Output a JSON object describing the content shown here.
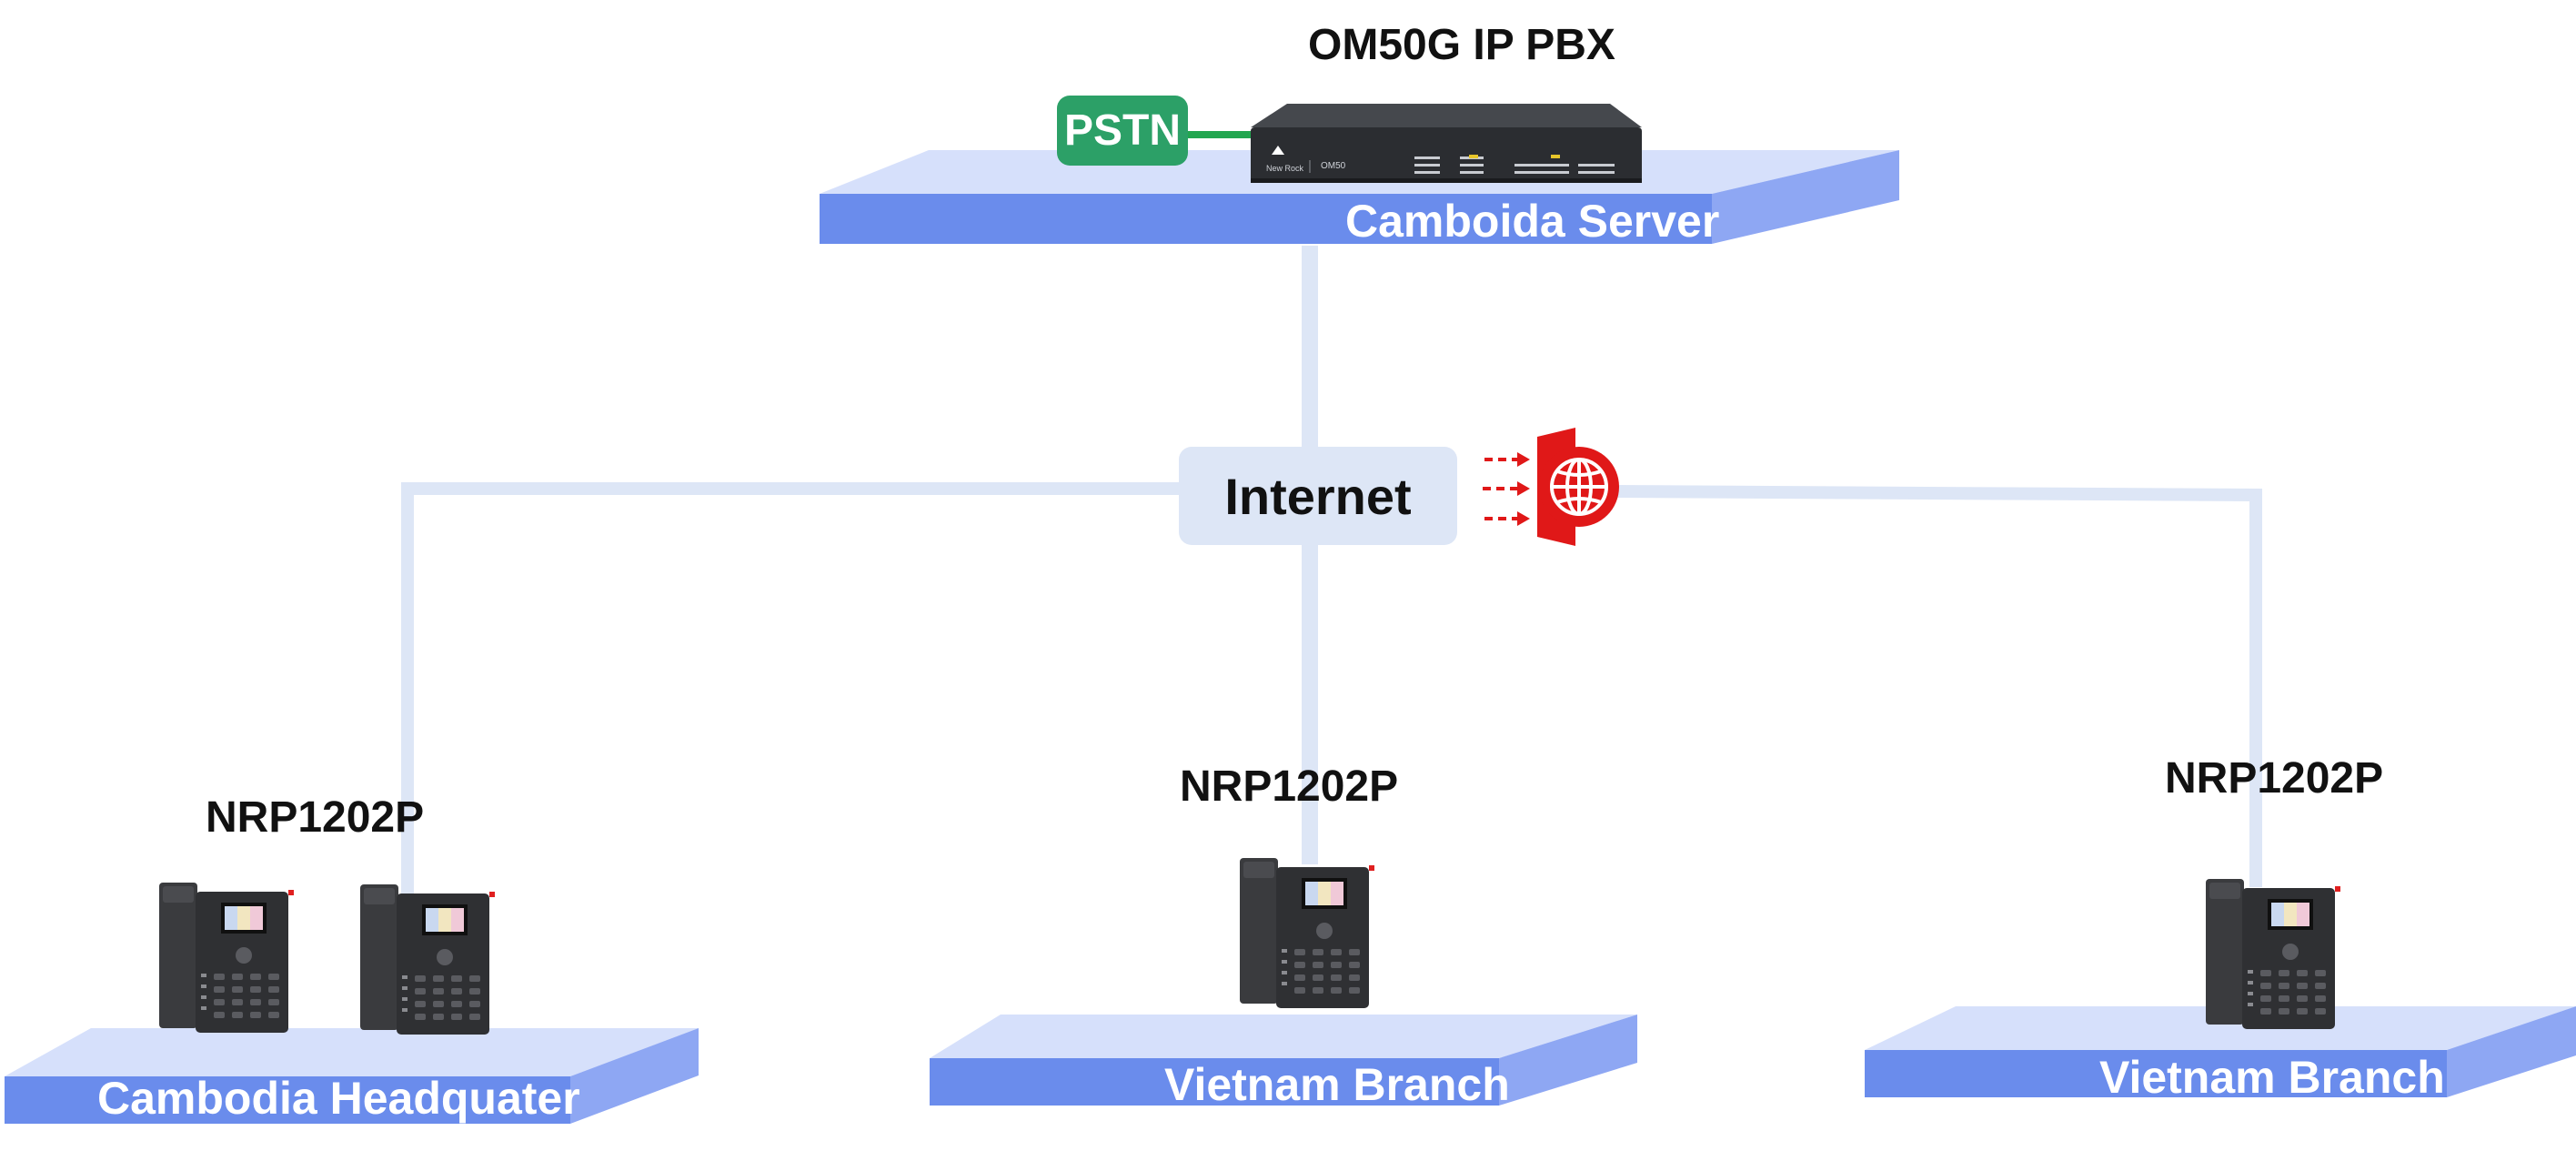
{
  "diagram": {
    "pbx_title": "OM50G IP PBX",
    "pstn_label": "PSTN",
    "server_platform": "Camboida Server",
    "cloud_label": "Internet",
    "pbx_front": {
      "brand": "New Rock",
      "model": "OM50"
    },
    "sites": [
      {
        "site": "Cambodia Headquater",
        "device": "NRP1202P",
        "phones": 2
      },
      {
        "site": "Vietnam Branch",
        "device": "NRP1202P",
        "phones": 1
      },
      {
        "site": "Vietnam Branch",
        "device": "NRP1202P",
        "phones": 1
      }
    ],
    "icons": [
      "firewall-globe-icon",
      "ip-phone-icon",
      "pbx-device-icon"
    ],
    "colors": {
      "platform_top": "#d6e0fb",
      "platform_front": "#6a8cec",
      "platform_side": "#8ea7f3",
      "connector": "#dde6f6",
      "pstn_badge": "#2ca067",
      "pstn_link": "#22a64f",
      "firewall": "#e01818",
      "pbx_body": "#2b2d31"
    }
  }
}
